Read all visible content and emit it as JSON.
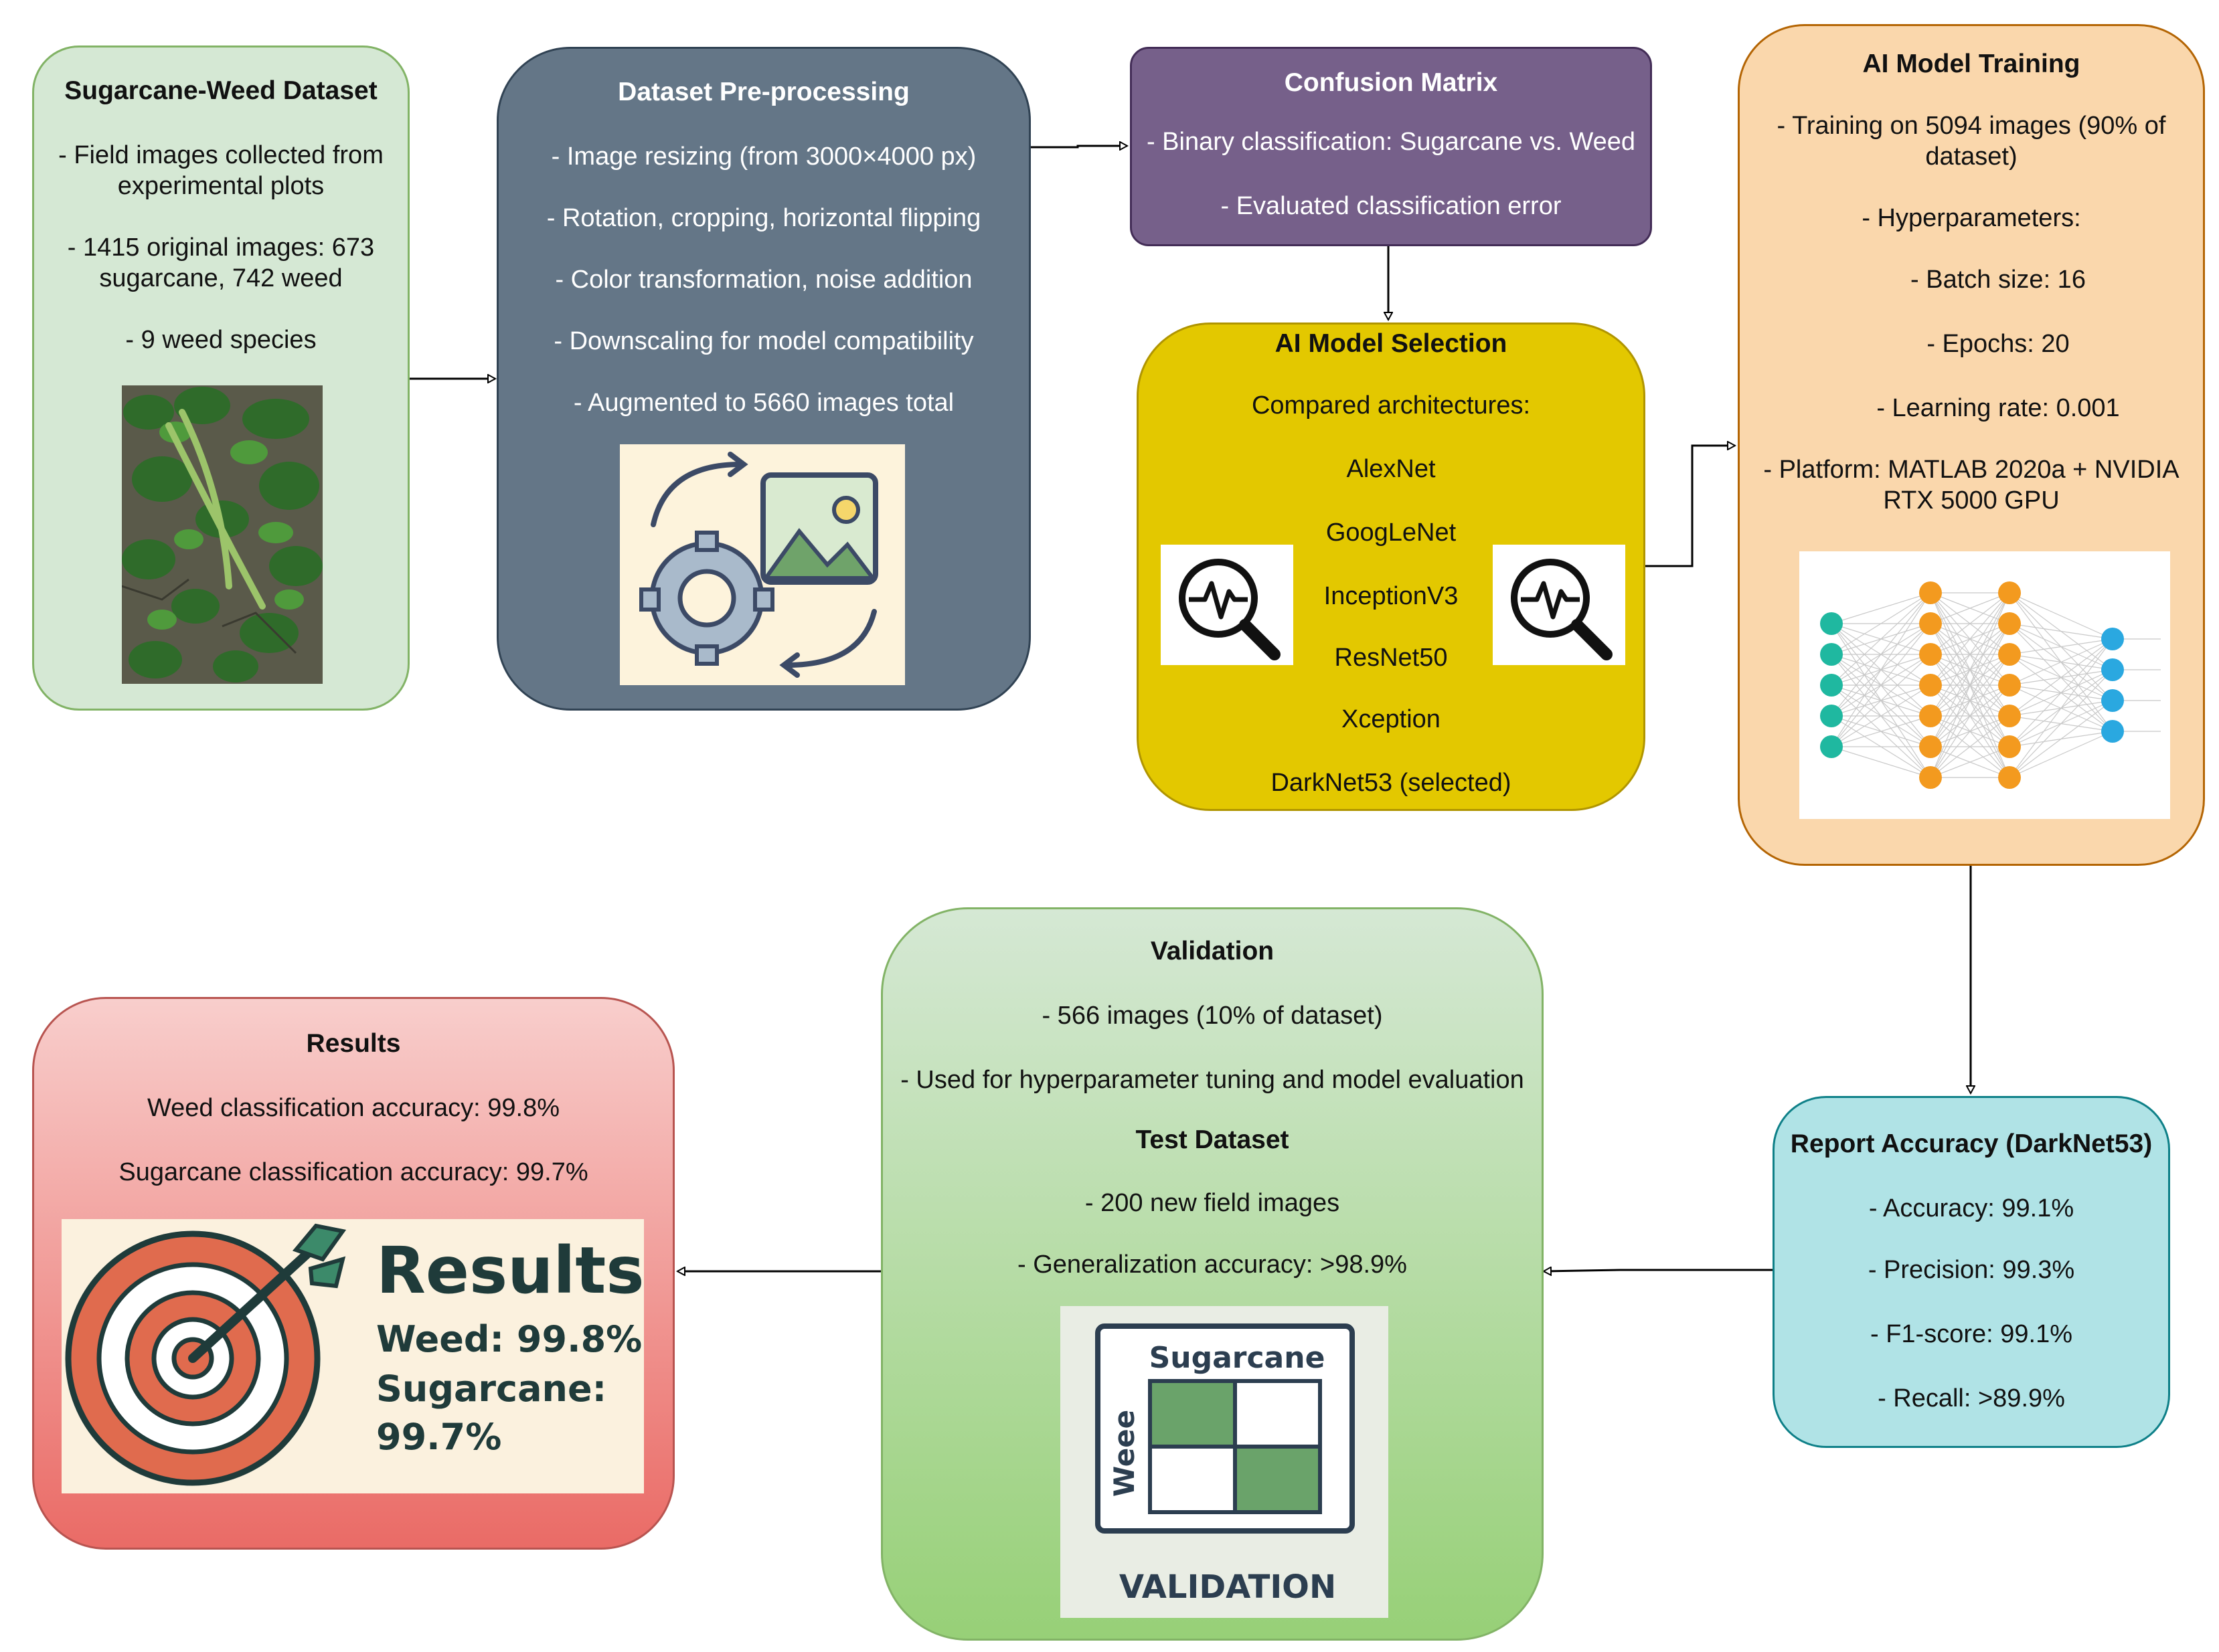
{
  "dataset": {
    "title": "Sugarcane-Weed Dataset",
    "line1a": "- Field images collected from",
    "line1b": "experimental plots",
    "line2a": "- 1415 original images: 673",
    "line2b": "sugarcane, 742 weed",
    "line3": "- 9 weed species"
  },
  "preprocessing": {
    "title": "Dataset Pre-processing",
    "items": [
      "- Image resizing (from 3000×4000 px)",
      "- Rotation, cropping, horizontal flipping",
      "- Color transformation, noise addition",
      "- Downscaling for model compatibility",
      "- Augmented to 5660 images total"
    ]
  },
  "confusion": {
    "title": "Confusion Matrix",
    "items": [
      "- Binary classification: Sugarcane vs. Weed",
      "- Evaluated classification error"
    ]
  },
  "selection": {
    "title": "AI Model Selection",
    "subtitle": "Compared architectures:",
    "models": [
      "AlexNet",
      "GoogLeNet",
      "InceptionV3",
      "ResNet50",
      "Xception",
      "DarkNet53 (selected)"
    ]
  },
  "training": {
    "title": "AI Model Training",
    "line1a": "- Training on 5094 images (90% of",
    "line1b": "dataset)",
    "hyper": "- Hyperparameters:",
    "batch": "- Batch size: 16",
    "epochs": "- Epochs: 20",
    "lr": "- Learning rate: 0.001",
    "platform_a": "- Platform: MATLAB 2020a + NVIDIA",
    "platform_b": "RTX 5000 GPU"
  },
  "validation": {
    "title": "Validation",
    "line1": "- 566 images (10% of dataset)",
    "line2": "- Used for hyperparameter tuning and model evaluation",
    "test_title": "Test Dataset",
    "line3": "- 200 new field images",
    "line4": "- Generalization accuracy: >98.9%",
    "graphic": {
      "top_label": "Sugarcane",
      "side_label": "Weee",
      "bottom_label": "VALIDATION"
    }
  },
  "report": {
    "title": "Report Accuracy (DarkNet53)",
    "items": [
      "- Accuracy: 99.1%",
      "- Precision: 99.3%",
      "- F1-score: 99.1%",
      "- Recall: >89.9%"
    ]
  },
  "results": {
    "title": "Results",
    "line1": "Weed classification accuracy: 99.8%",
    "line2": "Sugarcane classification accuracy: 99.7%",
    "graphic": {
      "heading": "Results",
      "weed": "Weed: 99.8%",
      "sugarcane_a": "Sugarcane:",
      "sugarcane_b": "99.7%"
    }
  },
  "colors": {
    "dataset": "#d5e8d4",
    "preprocessing": "#647687",
    "confusion": "#76608a",
    "selection": "#e3c800",
    "training": "#fad7ac",
    "validation": "#97d077",
    "report": "#b0e3e6",
    "results": "#ea6b66"
  }
}
